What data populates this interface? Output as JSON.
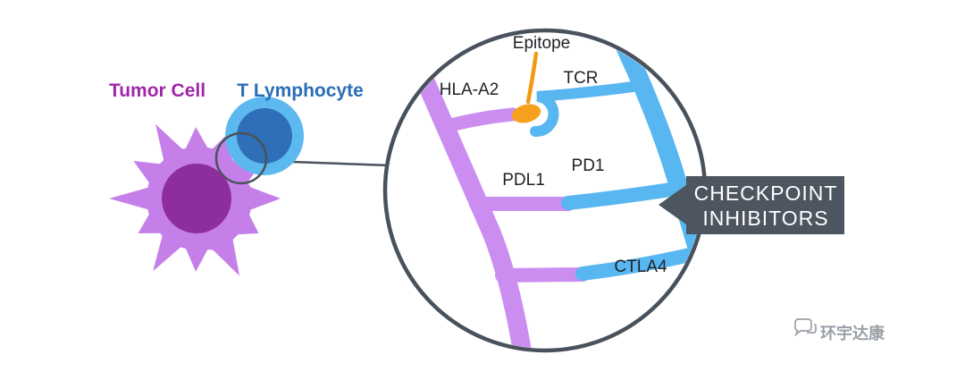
{
  "scene": {
    "tumor_cell": "Tumor Cell",
    "t_lymphocyte": "T Lymphocyte"
  },
  "inset": {
    "epitope": "Epitope",
    "hla_a2": "HLA-A2",
    "tcr": "TCR",
    "pdl1": "PDL1",
    "pd1": "PD1",
    "ctla4": "CTLA4"
  },
  "banner": {
    "line1": "CHECKPOINT",
    "line2": "INHIBITORS"
  },
  "watermark": {
    "brand": "环宇达康"
  },
  "colors": {
    "tumor_body": "#c57fe9",
    "tumor_nucleus": "#8d2d9e",
    "tumor_label": "#9f27a8",
    "lymph_ring": "#5cb9f0",
    "lymph_core": "#2e6fb8",
    "lymph_label": "#2a6db6",
    "membrane_purple": "#cb8ef0",
    "membrane_blue": "#58b6f0",
    "epitope_orange": "#f7a01e",
    "epitope_line": "#f09b13",
    "circle_border": "#49525c",
    "connector_gray": "#4a525c",
    "banner_bg": "#4d5560",
    "banner_text": "#ffffff",
    "watermark_gray": "#9aa0a8",
    "label_ink": "#1f2126"
  }
}
